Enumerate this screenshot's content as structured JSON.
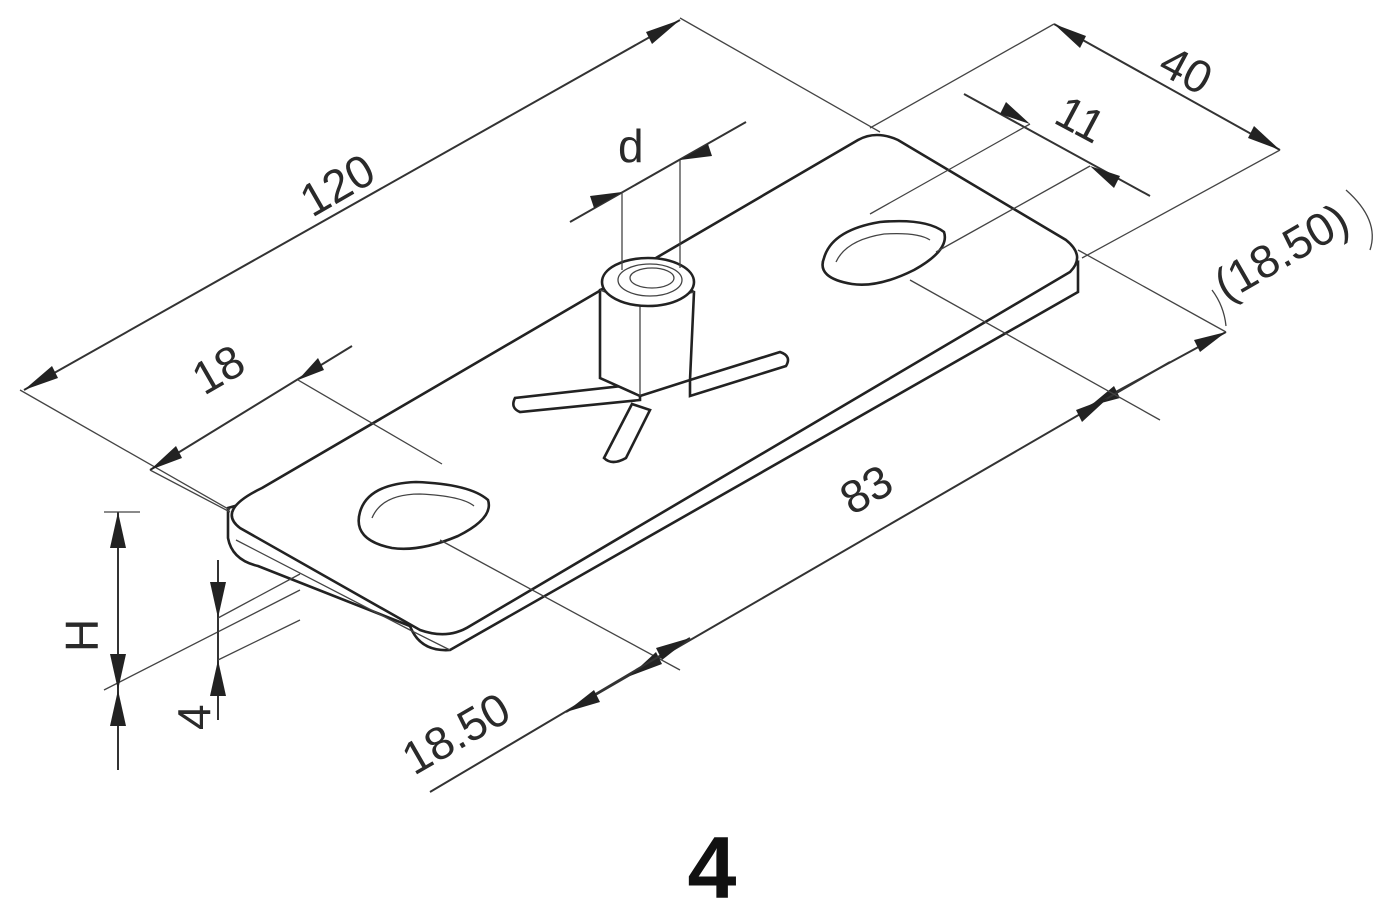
{
  "drawing": {
    "dimensions": {
      "length": "120",
      "width": "40",
      "slot_width": "11",
      "offset_right": "(18.50)",
      "slot_edge_distance": "18",
      "slot_spacing": "83",
      "offset_bottom": "18.50",
      "thread": "d",
      "height": "H",
      "thickness": "4"
    },
    "figure_number": "4"
  }
}
